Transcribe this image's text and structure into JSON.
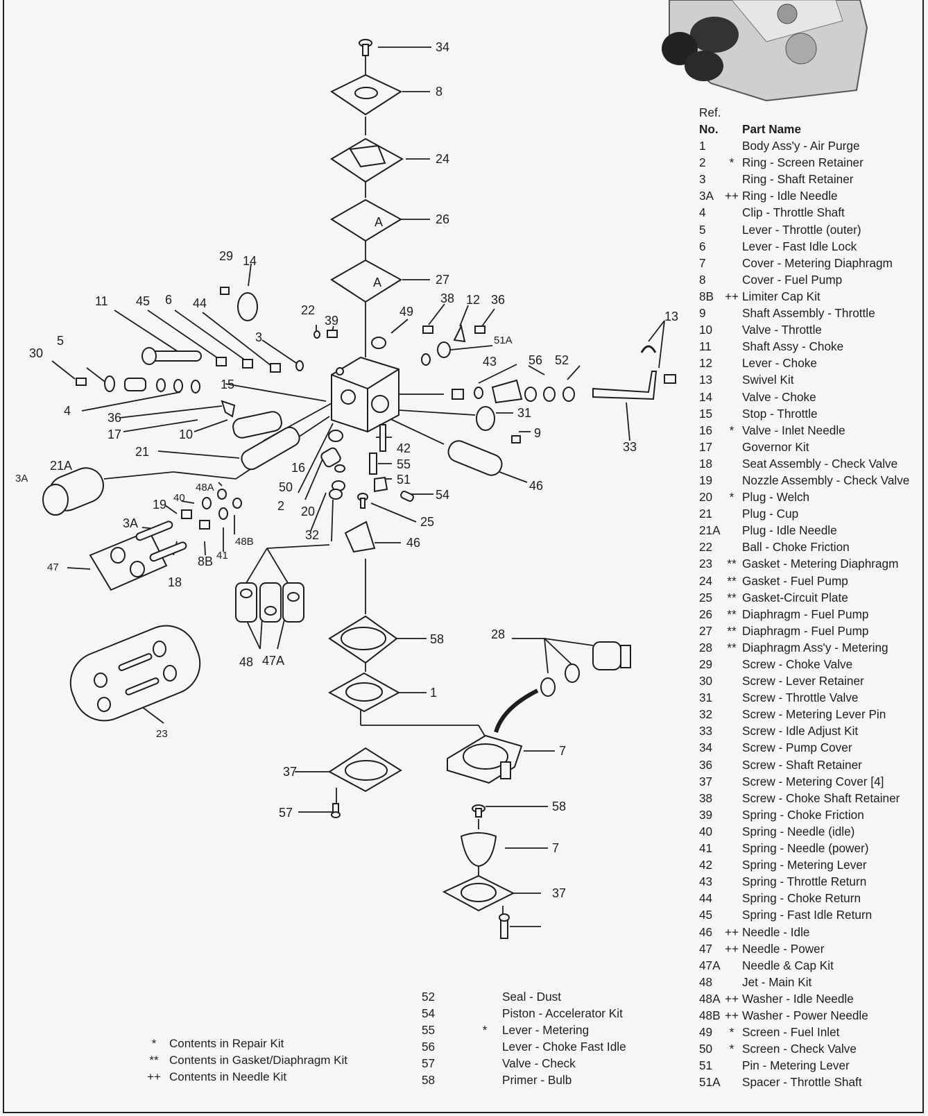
{
  "table_headers": {
    "ref": "Ref.",
    "no": "No.",
    "part_name": "Part Name"
  },
  "parts_main": [
    {
      "ref": "1",
      "mark": "",
      "name": "Body Ass'y - Air Purge"
    },
    {
      "ref": "2",
      "mark": "*",
      "name": "Ring - Screen Retainer"
    },
    {
      "ref": "3",
      "mark": "",
      "name": "Ring - Shaft Retainer"
    },
    {
      "ref": "3A",
      "mark": "++",
      "name": "Ring - Idle Needle"
    },
    {
      "ref": "4",
      "mark": "",
      "name": "Clip - Throttle Shaft"
    },
    {
      "ref": "5",
      "mark": "",
      "name": "Lever - Throttle (outer)"
    },
    {
      "ref": "6",
      "mark": "",
      "name": "Lever - Fast Idle Lock"
    },
    {
      "ref": "7",
      "mark": "",
      "name": "Cover - Metering Diaphragm"
    },
    {
      "ref": "8",
      "mark": "",
      "name": "Cover - Fuel Pump"
    },
    {
      "ref": "8B",
      "mark": "++",
      "name": "Limiter Cap Kit"
    },
    {
      "ref": "9",
      "mark": "",
      "name": "Shaft Assembly - Throttle"
    },
    {
      "ref": "10",
      "mark": "",
      "name": "Valve - Throttle"
    },
    {
      "ref": "11",
      "mark": "",
      "name": "Shaft Assy - Choke"
    },
    {
      "ref": "12",
      "mark": "",
      "name": "Lever - Choke"
    },
    {
      "ref": "13",
      "mark": "",
      "name": "Swivel Kit"
    },
    {
      "ref": "14",
      "mark": "",
      "name": "Valve - Choke"
    },
    {
      "ref": "15",
      "mark": "",
      "name": "Stop - Throttle"
    },
    {
      "ref": "16",
      "mark": "*",
      "name": "Valve - Inlet Needle"
    },
    {
      "ref": "17",
      "mark": "",
      "name": "Governor Kit"
    },
    {
      "ref": "18",
      "mark": "",
      "name": "Seat Assembly - Check Valve"
    },
    {
      "ref": "19",
      "mark": "",
      "name": "Nozzle Assembly - Check Valve"
    },
    {
      "ref": "20",
      "mark": "*",
      "name": "Plug - Welch"
    },
    {
      "ref": "21",
      "mark": "",
      "name": "Plug - Cup"
    },
    {
      "ref": "21A",
      "mark": "",
      "name": "Plug - Idle Needle"
    },
    {
      "ref": "22",
      "mark": "",
      "name": "Ball - Choke Friction"
    },
    {
      "ref": "23",
      "mark": "**",
      "name": "Gasket - Metering Diaphragm"
    },
    {
      "ref": "24",
      "mark": "**",
      "name": "Gasket - Fuel Pump"
    },
    {
      "ref": "25",
      "mark": "**",
      "name": "Gasket-Circuit Plate"
    },
    {
      "ref": "26",
      "mark": "**",
      "name": "Diaphragm - Fuel Pump"
    },
    {
      "ref": "27",
      "mark": "**",
      "name": "Diaphragm - Fuel Pump"
    },
    {
      "ref": "28",
      "mark": "**",
      "name": "Diaphragm Ass'y - Metering"
    },
    {
      "ref": "29",
      "mark": "",
      "name": "Screw - Choke  Valve"
    },
    {
      "ref": "30",
      "mark": "",
      "name": "Screw - Lever Retainer"
    },
    {
      "ref": "31",
      "mark": "",
      "name": "Screw - Throttle Valve"
    },
    {
      "ref": "32",
      "mark": "",
      "name": "Screw - Metering Lever Pin"
    },
    {
      "ref": "33",
      "mark": "",
      "name": "Screw - Idle Adjust Kit"
    },
    {
      "ref": "34",
      "mark": "",
      "name": "Screw - Pump Cover"
    },
    {
      "ref": "36",
      "mark": "",
      "name": "Screw - Shaft Retainer"
    },
    {
      "ref": "37",
      "mark": "",
      "name": "Screw - Metering Cover  [4]"
    },
    {
      "ref": "38",
      "mark": "",
      "name": "Screw - Choke Shaft Retainer"
    },
    {
      "ref": "39",
      "mark": "",
      "name": "Spring - Choke Friction"
    },
    {
      "ref": "40",
      "mark": "",
      "name": "Spring - Needle (idle)"
    },
    {
      "ref": "41",
      "mark": "",
      "name": "Spring - Needle (power)"
    },
    {
      "ref": "42",
      "mark": "",
      "name": "Spring - Metering Lever"
    },
    {
      "ref": "43",
      "mark": "",
      "name": "Spring - Throttle Return"
    },
    {
      "ref": "44",
      "mark": "",
      "name": "Spring - Choke Return"
    },
    {
      "ref": "45",
      "mark": "",
      "name": "Spring - Fast Idle Return"
    },
    {
      "ref": "46",
      "mark": "++",
      "name": "Needle - Idle"
    },
    {
      "ref": "47",
      "mark": "++",
      "name": "Needle - Power"
    },
    {
      "ref": "47A",
      "mark": "",
      "name": "Needle & Cap Kit"
    },
    {
      "ref": "48",
      "mark": "",
      "name": "Jet - Main Kit"
    },
    {
      "ref": "48A",
      "mark": "++",
      "name": "Washer - Idle Needle"
    },
    {
      "ref": "48B",
      "mark": "++",
      "name": "Washer - Power Needle"
    },
    {
      "ref": "49",
      "mark": "*",
      "name": "Screen - Fuel Inlet"
    },
    {
      "ref": "50",
      "mark": "*",
      "name": "Screen - Check Valve"
    },
    {
      "ref": "51",
      "mark": "",
      "name": "Pin - Metering Lever"
    },
    {
      "ref": "51A",
      "mark": "",
      "name": "Spacer - Throttle Shaft"
    }
  ],
  "parts_extra": [
    {
      "ref": "52",
      "mark": "",
      "name": "Seal - Dust"
    },
    {
      "ref": "54",
      "mark": "",
      "name": "Piston - Accelerator Kit"
    },
    {
      "ref": "55",
      "mark": "*",
      "name": "Lever - Metering"
    },
    {
      "ref": "56",
      "mark": "",
      "name": "Lever - Choke Fast Idle"
    },
    {
      "ref": "57",
      "mark": "",
      "name": "Valve - Check"
    },
    {
      "ref": "58",
      "mark": "",
      "name": "Primer - Bulb"
    }
  ],
  "legend": [
    {
      "symbol": "*",
      "text": "Contents in Repair Kit"
    },
    {
      "symbol": "**",
      "text": "Contents in Gasket/Diaphragm Kit"
    },
    {
      "symbol": "++",
      "text": "Contents in Needle Kit"
    }
  ],
  "callouts": [
    "34",
    "8",
    "24",
    "26",
    "27",
    "29",
    "14",
    "11",
    "45",
    "6",
    "44",
    "22",
    "39",
    "3",
    "49",
    "38",
    "12",
    "36",
    "51A",
    "13",
    "43",
    "56",
    "52",
    "5",
    "30",
    "4",
    "15",
    "36",
    "17",
    "10",
    "31",
    "9",
    "33",
    "21",
    "16",
    "42",
    "55",
    "51",
    "54",
    "46",
    "21A",
    "3A",
    "48A",
    "40",
    "19",
    "50",
    "2",
    "20",
    "32",
    "25",
    "46",
    "3A",
    "48B",
    "41",
    "8B",
    "47",
    "18",
    "48",
    "47A",
    "23",
    "58",
    "28",
    "1",
    "7",
    "37",
    "57",
    "58",
    "7",
    "37"
  ]
}
